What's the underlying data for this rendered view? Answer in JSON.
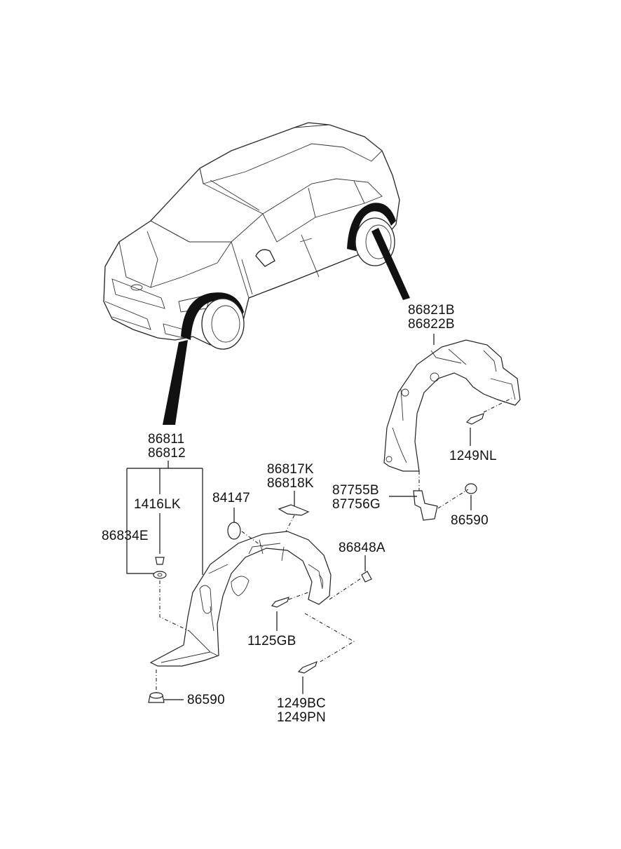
{
  "parts": {
    "front_liner": [
      "86811",
      "86812"
    ],
    "rear_liner": [
      "86821B",
      "86822B"
    ],
    "bracket": [
      "87755B",
      "87756G"
    ],
    "clip_a": "86817K",
    "clip_b": "86818K",
    "plug": "84147",
    "screw_1416": "1416LK",
    "washer": "86834E",
    "retainer": "86848A",
    "screw_1125": "1125GB",
    "screw_1249_a": "1249BC",
    "screw_1249_b": "1249PN",
    "screw_1249nl": "1249NL",
    "nut_rear": "86590",
    "nut_front": "86590"
  }
}
